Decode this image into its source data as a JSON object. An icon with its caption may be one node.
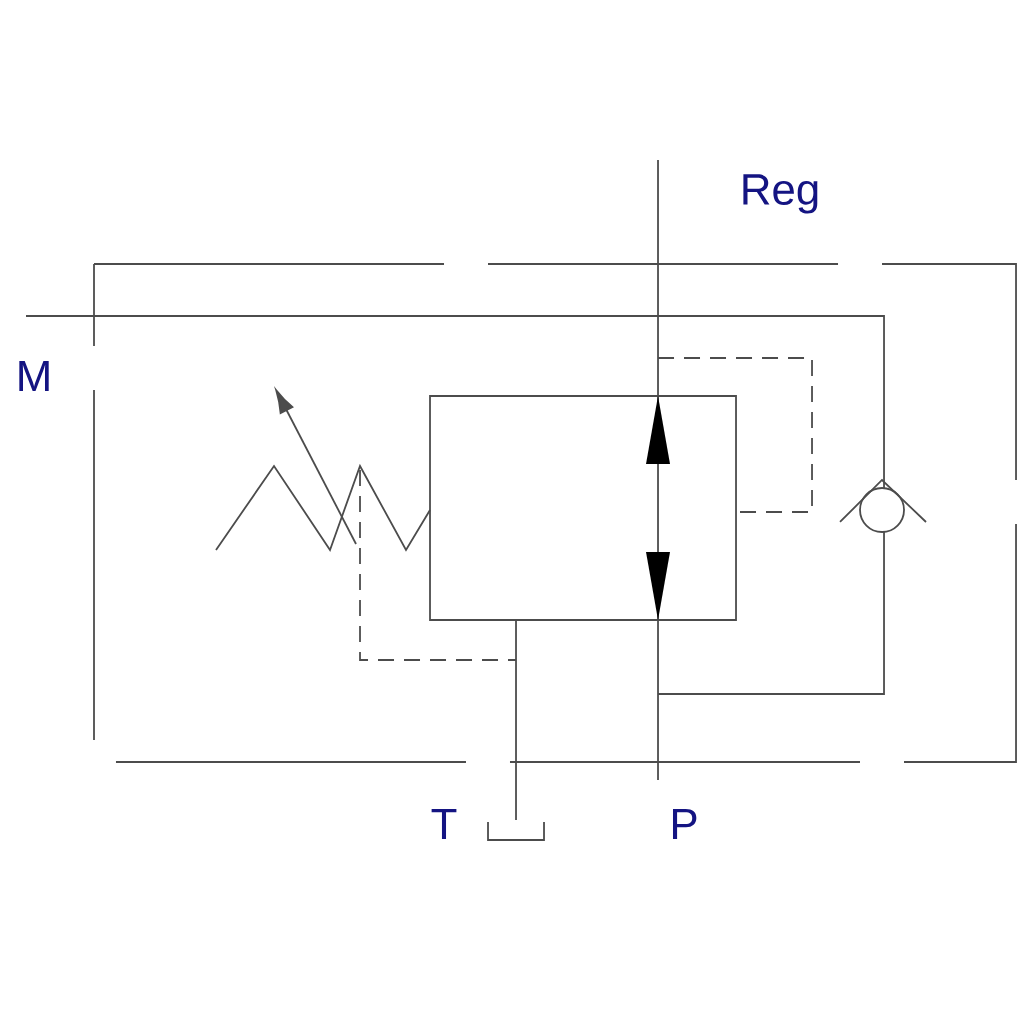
{
  "diagram": {
    "labels": [
      "Reg",
      "M",
      "T",
      "P"
    ]
  }
}
